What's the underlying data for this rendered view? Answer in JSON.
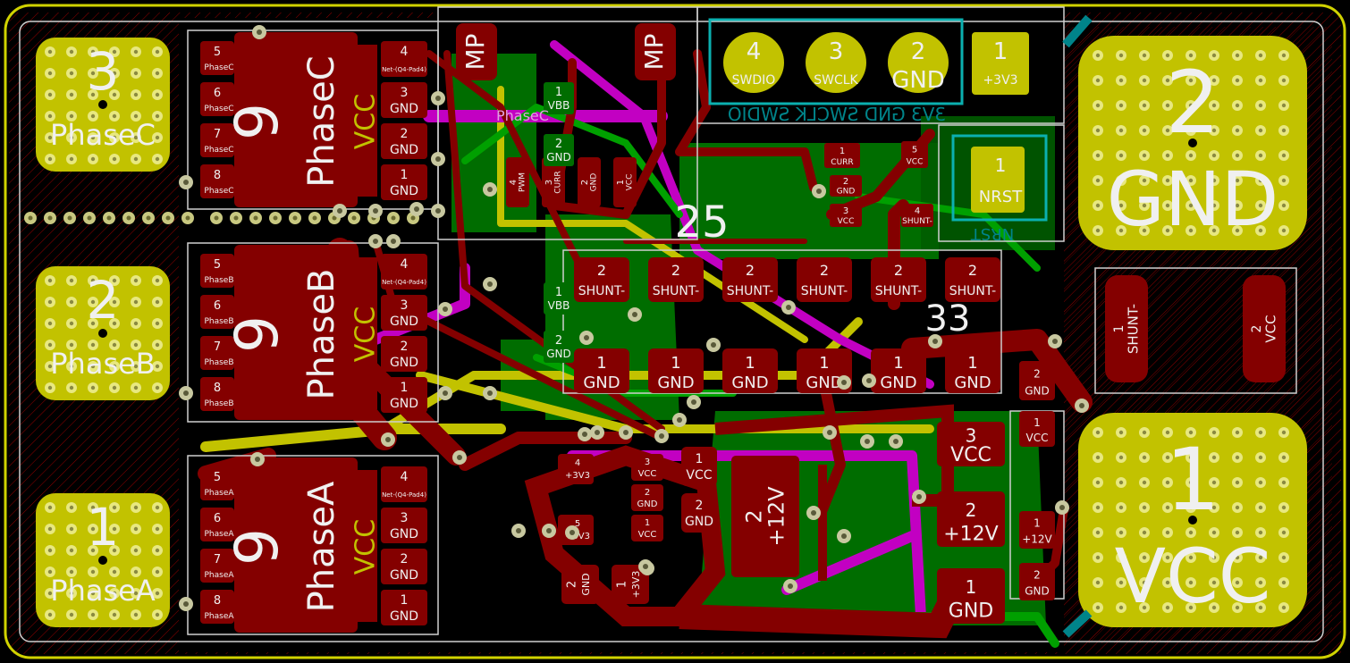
{
  "colors": {
    "background": "#000000",
    "copper_front": "#840000",
    "copper_back": "#008400",
    "copper_in1": "#c2c200",
    "copper_in2": "#c200c2",
    "pad_yellow": "#c2c200",
    "silk": "#f0f0f0",
    "back_silk": "#00848a",
    "edge_cuts": "#d0d200",
    "outline": "#cfcfcf"
  },
  "power_pads": [
    {
      "number": "3",
      "name": "PhaseC"
    },
    {
      "number": "2",
      "name": "PhaseB"
    },
    {
      "number": "1",
      "name": "PhaseA"
    }
  ],
  "mosfets": [
    {
      "ref": "9",
      "net": "PhaseC",
      "side_net": "VCC",
      "left_pins": [
        {
          "num": "5",
          "net": "PhaseC"
        },
        {
          "num": "6",
          "net": "PhaseC"
        },
        {
          "num": "7",
          "net": "PhaseC"
        },
        {
          "num": "8",
          "net": "PhaseC"
        }
      ],
      "right_pins": [
        {
          "num": "4",
          "net": "Net-(Q4-Pad4)"
        },
        {
          "num": "3",
          "net": "GND"
        },
        {
          "num": "2",
          "net": "GND"
        },
        {
          "num": "1",
          "net": "GND"
        }
      ]
    },
    {
      "ref": "9",
      "net": "PhaseB",
      "side_net": "VCC",
      "left_pins": [
        {
          "num": "5",
          "net": "PhaseB"
        },
        {
          "num": "6",
          "net": "PhaseB"
        },
        {
          "num": "7",
          "net": "PhaseB"
        },
        {
          "num": "8",
          "net": "PhaseB"
        }
      ],
      "right_pins": [
        {
          "num": "4",
          "net": "Net-(Q4-Pad4)"
        },
        {
          "num": "3",
          "net": "GND"
        },
        {
          "num": "2",
          "net": "GND"
        },
        {
          "num": "1",
          "net": "GND"
        }
      ]
    },
    {
      "ref": "9",
      "net": "PhaseA",
      "side_net": "VCC",
      "left_pins": [
        {
          "num": "5",
          "net": "PhaseA"
        },
        {
          "num": "6",
          "net": "PhaseA"
        },
        {
          "num": "7",
          "net": "PhaseA"
        },
        {
          "num": "8",
          "net": "PhaseA"
        }
      ],
      "right_pins": [
        {
          "num": "4",
          "net": "Net-(Q4-Pad4)"
        },
        {
          "num": "3",
          "net": "GND"
        },
        {
          "num": "2",
          "net": "GND"
        },
        {
          "num": "1",
          "net": "GND"
        }
      ]
    }
  ],
  "mp_pads": [
    "MP",
    "MP"
  ],
  "header": {
    "pins": [
      {
        "num": "4",
        "name": "SWDIO"
      },
      {
        "num": "3",
        "name": "SWCLK"
      },
      {
        "num": "2",
        "name": "GND"
      },
      {
        "num": "1",
        "name": "+3V3"
      }
    ],
    "back_label": "3V3   GND   SWCLK   SWDIO"
  },
  "nrst_pad": {
    "num": "1",
    "name": "NRST"
  },
  "nrst_back_label": "NRST",
  "big_pads": [
    {
      "number": "2",
      "name": "GND"
    },
    {
      "number": "1",
      "name": "VCC"
    }
  ],
  "sense_connector": [
    {
      "num": "4",
      "net": "PWM"
    },
    {
      "num": "3",
      "net": "CURR"
    },
    {
      "num": "2",
      "net": "GND"
    },
    {
      "num": "1",
      "net": "VCC"
    }
  ],
  "vbb_pins": [
    {
      "num": "1",
      "net": "VBB"
    },
    {
      "num": "2",
      "net": "GND"
    },
    {
      "num": "1",
      "net": "VBB"
    },
    {
      "num": "2",
      "net": "GND"
    }
  ],
  "phase_trace_label": "PhaseC",
  "ic_ref": "25",
  "ic2_ref": "33",
  "ic_pins": [
    {
      "num": "1",
      "net": "CURR"
    },
    {
      "num": "5",
      "net": "VCC"
    },
    {
      "num": "2",
      "net": "GND"
    },
    {
      "num": "3",
      "net": "VCC"
    },
    {
      "num": "4",
      "net": "SHUNT-"
    }
  ],
  "shunt_top": [
    {
      "num": "2",
      "net": "SHUNT-"
    },
    {
      "num": "2",
      "net": "SHUNT-"
    },
    {
      "num": "2",
      "net": "SHUNT-"
    },
    {
      "num": "2",
      "net": "SHUNT-"
    },
    {
      "num": "2",
      "net": "SHUNT-"
    },
    {
      "num": "2",
      "net": "SHUNT-"
    }
  ],
  "shunt_bottom": [
    {
      "num": "1",
      "net": "GND"
    },
    {
      "num": "1",
      "net": "GND"
    },
    {
      "num": "1",
      "net": "GND"
    },
    {
      "num": "1",
      "net": "GND"
    },
    {
      "num": "1",
      "net": "GND"
    },
    {
      "num": "1",
      "net": "GND"
    }
  ],
  "shunt_resistor": [
    {
      "num": "1",
      "net": "SHUNT-"
    },
    {
      "num": "2",
      "net": "VCC"
    }
  ],
  "regulator": {
    "left_pins": [
      {
        "num": "4",
        "net": "+3V3"
      },
      {
        "num": "5",
        "net": "+3V3"
      }
    ],
    "right_pins": [
      {
        "num": "3",
        "net": "VCC"
      },
      {
        "num": "2",
        "net": "GND"
      },
      {
        "num": "1",
        "net": "VCC"
      }
    ],
    "side_pins": [
      {
        "num": "2",
        "net": "GND"
      },
      {
        "num": "1",
        "net": "VCC"
      }
    ],
    "cap": [
      {
        "num": "2",
        "net": "GND"
      },
      {
        "num": "1",
        "net": "+3V3"
      }
    ]
  },
  "buck": {
    "pin_right_top": {
      "num": "2",
      "net": "GND"
    },
    "pin_big": {
      "num": "2",
      "net": "+12V"
    },
    "pin_vcc": {
      "num": "3",
      "net": "VCC"
    },
    "pin_12v": {
      "num": "2",
      "net": "+12V"
    },
    "pin_gnd": {
      "num": "1",
      "net": "GND"
    }
  },
  "right_caps": [
    {
      "num": "2",
      "net": "GND"
    },
    {
      "num": "1",
      "net": "VCC"
    },
    {
      "num": "1",
      "net": "+12V"
    },
    {
      "num": "2",
      "net": "GND"
    }
  ]
}
